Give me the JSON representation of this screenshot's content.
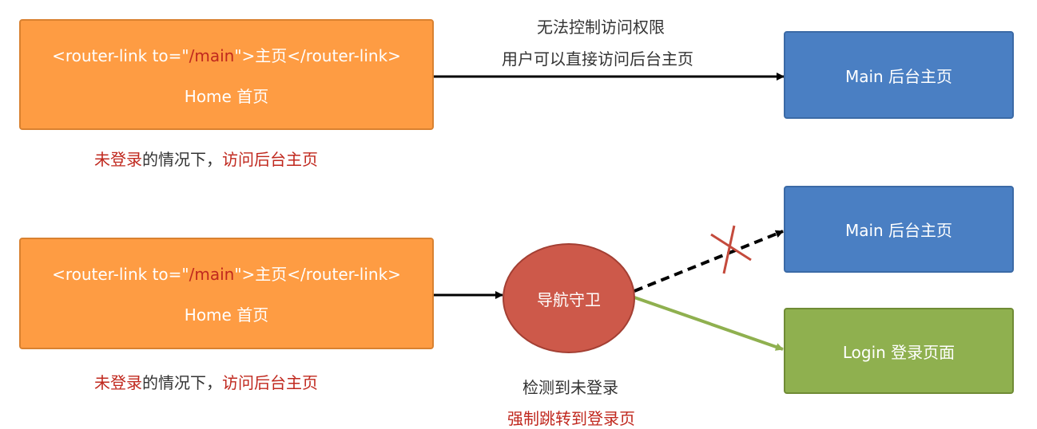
{
  "top": {
    "home_box": {
      "code_prefix": "<router-link to=\"",
      "code_highlight": "/main",
      "code_suffix": "\">主页</router-link>",
      "label": "Home 首页"
    },
    "caption": {
      "part1": "未登录",
      "part2": "的情况下，",
      "part3": "访问后台主页"
    },
    "arrow_note_line1": "无法控制访问权限",
    "arrow_note_line2": "用户可以直接访问后台主页",
    "main_box_label": "Main 后台主页"
  },
  "bottom": {
    "home_box": {
      "code_prefix": "<router-link to=\"",
      "code_highlight": "/main",
      "code_suffix": "\">主页</router-link>",
      "label": "Home 首页"
    },
    "caption": {
      "part1": "未登录",
      "part2": "的情况下，",
      "part3": "访问后台主页"
    },
    "guard_label": "导航守卫",
    "guard_note_line1": "检测到未登录",
    "guard_note_line2": "强制跳转到登录页",
    "main_box_label": "Main 后台主页",
    "login_box_label": "Login 登录页面"
  },
  "colors": {
    "orange": "#fe9c43",
    "blue": "#4a7fc3",
    "green": "#8fb04f",
    "guard_red": "#cd594a",
    "highlight_red": "#c0281e"
  }
}
